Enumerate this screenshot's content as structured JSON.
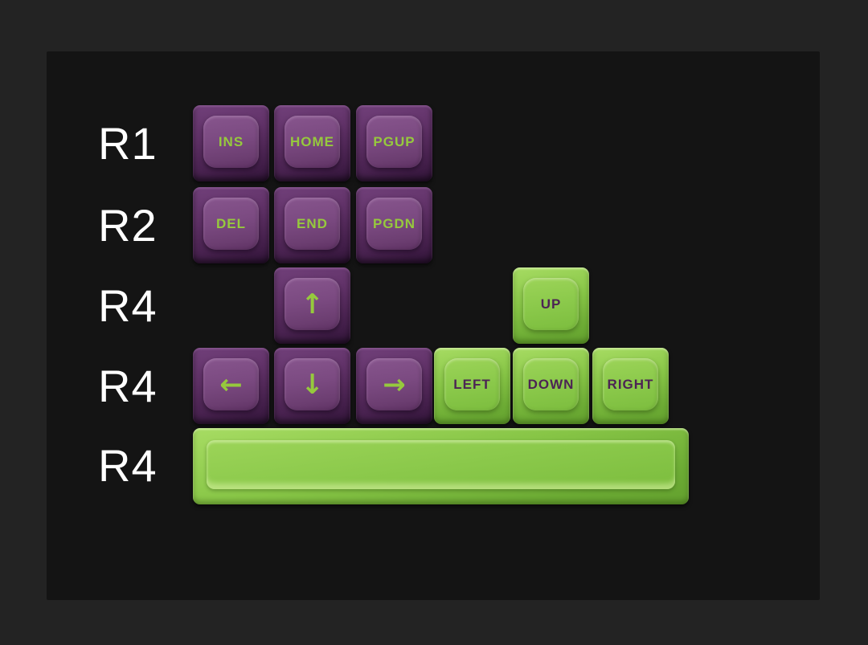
{
  "board": {
    "background": "#232323",
    "panel_background": "#141414",
    "colors": {
      "purple_key_side": "#5e3066",
      "purple_key_face": "#7b4a81",
      "green_key_side": "#87c546",
      "green_key_face": "#8bc94b",
      "legend_green": "#96c93d",
      "legend_purple": "#4c2454",
      "row_label": "#ffffff"
    },
    "rows": [
      {
        "label": "R1",
        "keys": [
          {
            "name": "ins",
            "legend": "INS",
            "color": "purple"
          },
          {
            "name": "home",
            "legend": "HOME",
            "color": "purple"
          },
          {
            "name": "pgup",
            "legend": "PGUP",
            "color": "purple"
          }
        ]
      },
      {
        "label": "R2",
        "keys": [
          {
            "name": "del",
            "legend": "DEL",
            "color": "purple"
          },
          {
            "name": "end",
            "legend": "END",
            "color": "purple"
          },
          {
            "name": "pgdn",
            "legend": "PGDN",
            "color": "purple"
          }
        ]
      },
      {
        "label": "R4",
        "keys": [
          {
            "name": "arrow-up",
            "legend": "↑",
            "color": "purple"
          },
          {
            "name": "up",
            "legend": "UP",
            "color": "green"
          }
        ]
      },
      {
        "label": "R4",
        "keys": [
          {
            "name": "arrow-left",
            "legend": "←",
            "color": "purple"
          },
          {
            "name": "arrow-down",
            "legend": "↓",
            "color": "purple"
          },
          {
            "name": "arrow-right",
            "legend": "→",
            "color": "purple"
          },
          {
            "name": "left",
            "legend": "LEFT",
            "color": "green"
          },
          {
            "name": "down",
            "legend": "DOWN",
            "color": "green"
          },
          {
            "name": "right",
            "legend": "RIGHT",
            "color": "green"
          }
        ]
      },
      {
        "label": "R4",
        "keys": [
          {
            "name": "spacebar",
            "legend": "",
            "color": "green"
          }
        ]
      }
    ]
  }
}
